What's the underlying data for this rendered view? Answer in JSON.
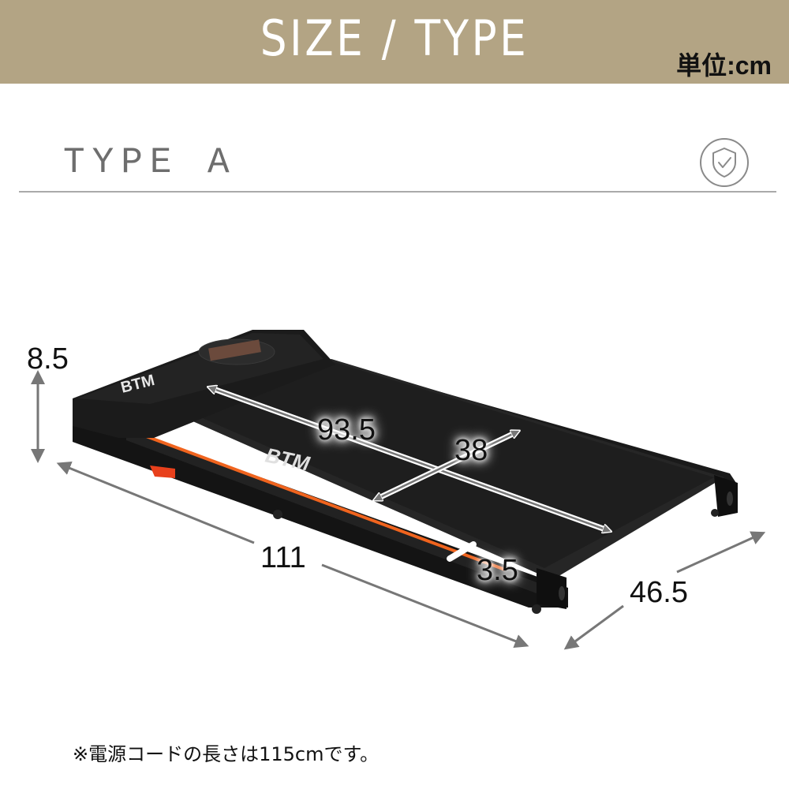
{
  "header": {
    "title": "SIZE / TYPE",
    "unit_label": "単位:cm",
    "background_color": "#b3a484"
  },
  "section": {
    "title": "TYPE A",
    "badge_icon": "shield-check-icon"
  },
  "product": {
    "brand_logo": "BTM",
    "accent_color": "#f0641e",
    "body_color": "#1c1c1c",
    "dimensions": {
      "height": "8.5",
      "running_length": "93.5",
      "running_width": "38",
      "total_length": "111",
      "total_width": "46.5",
      "deck_height": "3.5"
    }
  },
  "footnote": "※電源コードの長さは115cmです。"
}
